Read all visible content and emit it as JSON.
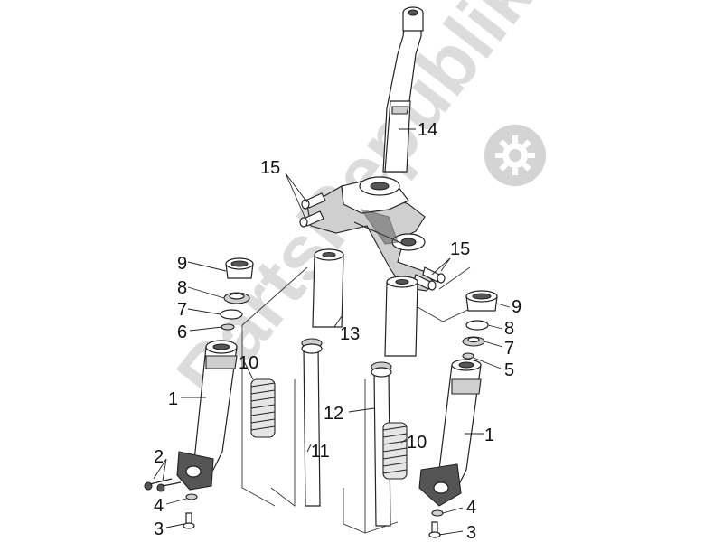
{
  "watermark": {
    "text": "PartsRepublik"
  },
  "callouts": {
    "c1_left": "1",
    "c1_right": "1",
    "c2": "2",
    "c3_left": "3",
    "c3_right": "3",
    "c4_left": "4",
    "c4_right": "4",
    "c5": "5",
    "c6": "6",
    "c7_left": "7",
    "c7_right": "7",
    "c8_left": "8",
    "c8_right": "8",
    "c9_left": "9",
    "c9_right": "9",
    "c10_left": "10",
    "c10_right": "10",
    "c11": "11",
    "c12": "12",
    "c13": "13",
    "c14": "14",
    "c15_top": "15",
    "c15_right": "15"
  },
  "icons": {
    "watermark_logo": "gear-icon"
  }
}
